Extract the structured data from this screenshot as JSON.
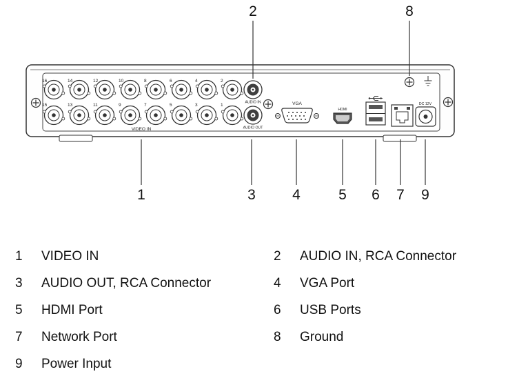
{
  "diagram": {
    "callouts": [
      "1",
      "2",
      "3",
      "4",
      "5",
      "6",
      "7",
      "8",
      "9"
    ],
    "bnc_top_labels": [
      "16",
      "14",
      "12",
      "10",
      "8",
      "6",
      "4",
      "2"
    ],
    "bnc_bottom_labels": [
      "15",
      "13",
      "11",
      "9",
      "7",
      "5",
      "3",
      "1"
    ],
    "panel_labels": {
      "video_in": "VIDEO IN",
      "audio_in": "AUDIO IN",
      "audio_out": "AUDIO OUT",
      "vga": "VGA",
      "hdmi": "HDMI",
      "power": "DC 12V"
    },
    "icons": {
      "usb": "usb-trident-icon",
      "ground": "earth-ground-icon",
      "screw": "phillips-screw-icon"
    },
    "line_color": "#333333"
  },
  "legend": {
    "items": [
      {
        "num": "1",
        "label": "VIDEO IN"
      },
      {
        "num": "2",
        "label": "AUDIO IN, RCA Connector"
      },
      {
        "num": "3",
        "label": "AUDIO OUT, RCA Connector"
      },
      {
        "num": "4",
        "label": "VGA Port"
      },
      {
        "num": "5",
        "label": "HDMI Port"
      },
      {
        "num": "6",
        "label": "USB Ports"
      },
      {
        "num": "7",
        "label": "Network Port"
      },
      {
        "num": "8",
        "label": "Ground"
      },
      {
        "num": "9",
        "label": "Power Input"
      }
    ]
  }
}
